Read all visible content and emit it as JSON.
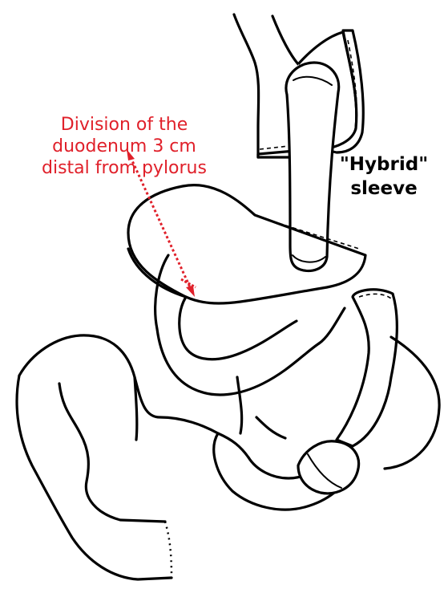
{
  "annotation": {
    "lines": [
      "Division of the",
      "duodenum 3 cm",
      "distal from pylorus"
    ],
    "color": "#e0202a"
  },
  "label": {
    "lines": [
      "\"Hybrid\"",
      "sleeve"
    ]
  },
  "colors": {
    "ink": "#000000",
    "background": "#ffffff",
    "marker": "#e0202a"
  }
}
